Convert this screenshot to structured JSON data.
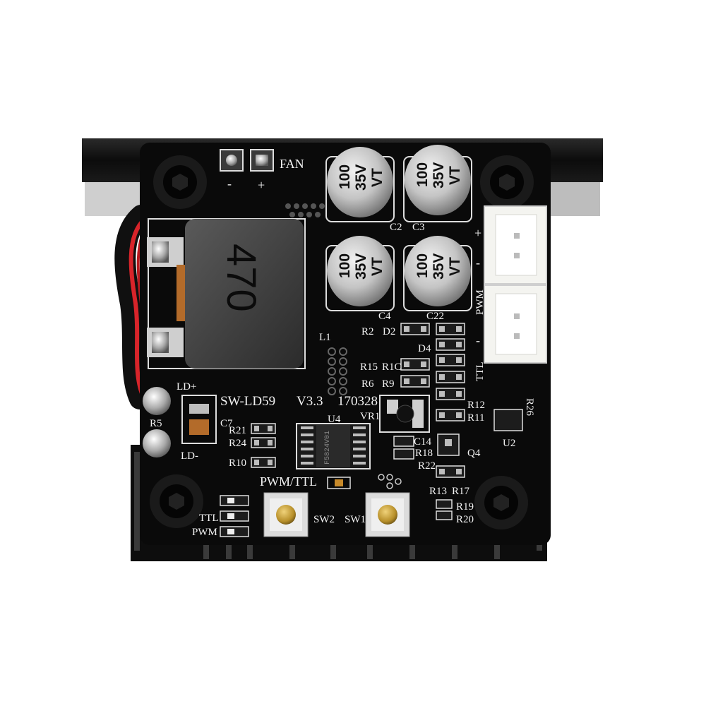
{
  "board": {
    "model": "SW-LD59",
    "version": "V3.3",
    "date_code": "170328"
  },
  "labels": {
    "fan": "FAN",
    "fan_minus": "-",
    "fan_plus": "+",
    "pwr_plus": "+",
    "pwr_minus": "-",
    "pwm_conn": "PWM",
    "ttl_conn": "TTL",
    "ld_plus": "LD+",
    "ld_minus": "LD-",
    "pwm_ttl": "PWM/TTL",
    "ttl_led": "TTL",
    "pwm_led": "PWM",
    "sw1": "SW1",
    "sw2": "SW2",
    "coil_marking": "470",
    "cap_line1": "100",
    "cap_line2": "35V",
    "cap_line3": "VT",
    "ic_marking": "F5824V01"
  },
  "refs": {
    "c2": "C2",
    "c3": "C3",
    "c4": "C4",
    "c22": "C22",
    "c7": "C7",
    "c14": "C14",
    "l1": "L1",
    "r2": "R2",
    "d2": "D2",
    "d4": "D4",
    "r15": "R15",
    "r16": "R1C",
    "r6": "R6",
    "r9": "R9",
    "vr1": "VR1",
    "r12": "R12",
    "r11": "R11",
    "u4": "U4",
    "r21": "R21",
    "r24": "R24",
    "r10": "R10",
    "r18": "R18",
    "r22": "R22",
    "q4": "Q4",
    "u2": "U2",
    "r26": "R26",
    "r13": "R13",
    "r17": "R17",
    "r19": "R19",
    "r20": "R20",
    "r5": "R5"
  },
  "colors": {
    "pcb": "#0a0a0a",
    "heatsink": "#111111",
    "silkscreen": "#f2f2f2",
    "capacitor": "#c9c9c9",
    "connector": "#f4f4f0",
    "wire_red": "#d8242a",
    "copper_pad": "#c8c8c8",
    "button_cap": "#c9a23a"
  }
}
